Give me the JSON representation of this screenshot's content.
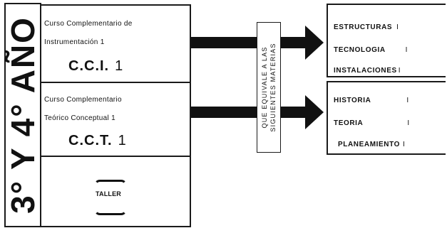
{
  "year_label": "3° Y 4° AÑO",
  "courses": [
    {
      "line1": "Curso Complementario de",
      "line2": "Instrumentación 1",
      "code": "C.C.I.",
      "code_num": "1"
    },
    {
      "line1": "Curso Complementario",
      "line2": "Teórico Conceptual 1",
      "code": "C.C.T.",
      "code_num": "1"
    }
  ],
  "taller_label": "TALLER",
  "equivalence": {
    "line1": "QUE EQUIVALE A LAS",
    "line2": "SIGUIENTES MATERIAS"
  },
  "groups": [
    {
      "subjects": [
        {
          "name": "ESTRUCTURAS",
          "value": "I"
        },
        {
          "name": "TECNOLOGIA",
          "value": "I"
        },
        {
          "name": "INSTALACIONES",
          "value": "I"
        }
      ]
    },
    {
      "subjects": [
        {
          "name": "HISTORIA",
          "value": "I"
        },
        {
          "name": "TEORIA",
          "value": "I"
        },
        {
          "name": "PLANEAMIENTO",
          "value": "I"
        }
      ]
    }
  ],
  "colors": {
    "ink": "#111111",
    "background": "#ffffff"
  }
}
